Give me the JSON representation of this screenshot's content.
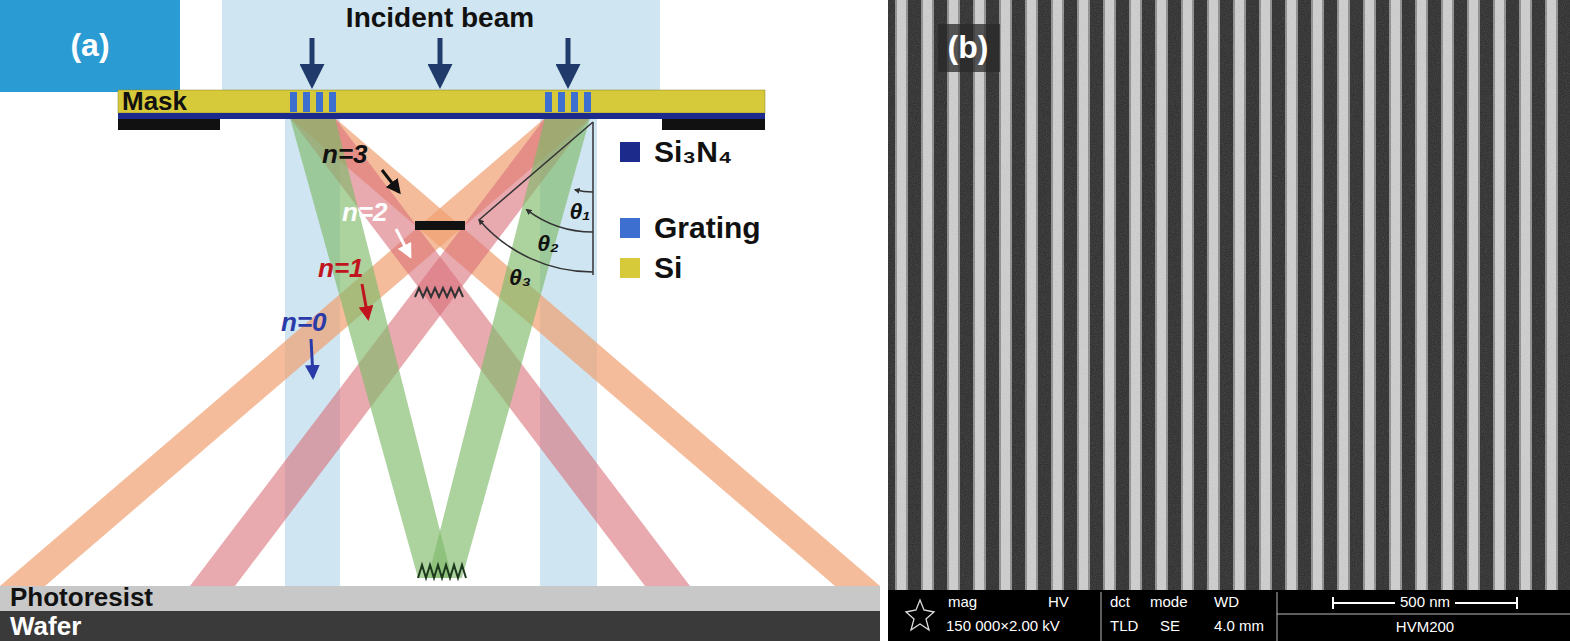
{
  "diagram": {
    "labels": [
      "(a)",
      "Incident beam",
      "Mask",
      "n=3",
      "n=2",
      "n=1",
      "n=0",
      "θ₁",
      "θ₂",
      "θ₃",
      "Photoresist",
      "Wafer",
      "(b)",
      "mag",
      "HV",
      "150 000×2.00 kV",
      "dct",
      "mode",
      "WD",
      "TLD",
      "SE",
      "4.0 mm",
      "500 nm",
      "HVM200"
    ],
    "legend": [
      {
        "text": "Si₃N₄",
        "color": "#1c2a8c"
      },
      {
        "text": "Grating",
        "color": "#3d6fd0"
      },
      {
        "text": "Si",
        "color": "#d6c93a"
      }
    ]
  }
}
